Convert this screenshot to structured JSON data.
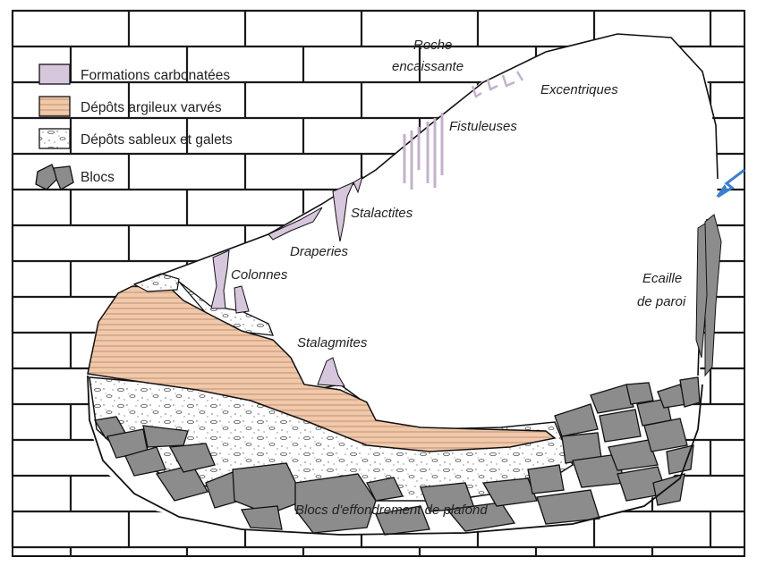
{
  "legend": {
    "items": [
      {
        "label": "Formations carbonatées",
        "swatch": "lilac-fill",
        "color": "#d7c7dd"
      },
      {
        "label": "Dépôts argileux varvés",
        "swatch": "peach-striped-fill",
        "color": "#f1c9a8"
      },
      {
        "label": "Dépôts sableux et galets",
        "swatch": "dotted-pebbles-fill",
        "color": "#ffffff"
      },
      {
        "label": "Blocs",
        "swatch": "grey-blocks",
        "color": "#8c8c8c"
      }
    ]
  },
  "labels": {
    "roche_1": "Roche",
    "roche_2": "encaissante",
    "excentriques": "Excentriques",
    "fistuleuses": "Fistuleuses",
    "stalactites": "Stalactites",
    "draperies": "Draperies",
    "colonnes": "Colonnes",
    "stalagmites": "Stalagmites",
    "ecaille_1": "Ecaille",
    "ecaille_2": "de paroi",
    "blocs_effondrement": "Blocs d'effondrement de plafond"
  },
  "colors": {
    "carbonate": "#d7c7dd",
    "clay": "#f1c9a8",
    "clay_stripe": "#b98a72",
    "block": "#8c8c8c",
    "outline": "#1a1a1a",
    "arrow": "#3a7fd0"
  }
}
